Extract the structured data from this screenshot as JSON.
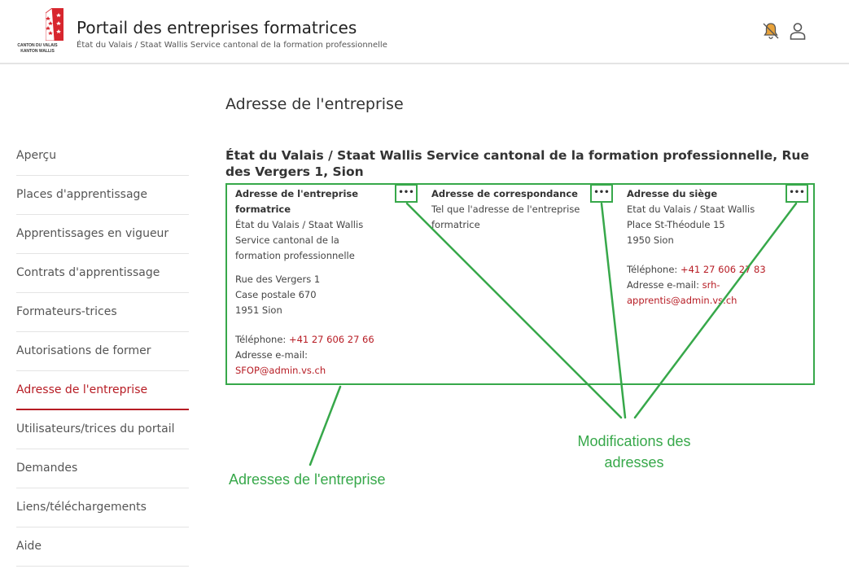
{
  "header": {
    "logo_line1": "CANTON DU VALAIS",
    "logo_line2": "KANTON WALLIS",
    "title": "Portail des entreprises formatrices",
    "subtitle": "État du Valais / Staat Wallis Service cantonal de la formation professionnelle",
    "bell_icon": "bell-icon",
    "user_icon": "user-icon",
    "bell_color": "#e8a23a"
  },
  "sidebar": {
    "items": [
      {
        "label": "Aperçu"
      },
      {
        "label": "Places d'apprentissage"
      },
      {
        "label": "Apprentissages en vigueur"
      },
      {
        "label": "Contrats d'apprentissage"
      },
      {
        "label": "Formateurs-trices"
      },
      {
        "label": "Autorisations de former"
      },
      {
        "label": "Adresse de l'entreprise",
        "active": true
      },
      {
        "label": "Utilisateurs/trices du portail"
      },
      {
        "label": "Demandes"
      },
      {
        "label": "Liens/téléchargements"
      },
      {
        "label": "Aide"
      }
    ]
  },
  "main": {
    "page_title": "Adresse de l'entreprise",
    "company_heading": "État du Valais / Staat Wallis Service cantonal de la formation professionnelle, Rue des Vergers 1, Sion",
    "cards": [
      {
        "title": "Adresse de l'entreprise formatrice",
        "name": "État du Valais / Staat Wallis Service cantonal de la formation professionnelle",
        "street": "Rue des Vergers 1",
        "postbox": "Case postale 670",
        "city": "1951 Sion",
        "phone_label": "Téléphone:",
        "phone": "+41 27 606 27 66",
        "email_label": "Adresse e-mail:",
        "email": "SFOP@admin.vs.ch",
        "menu": "•••"
      },
      {
        "title": "Adresse de correspondance",
        "text": "Tel que l'adresse de l'entreprise formatrice",
        "menu": "•••"
      },
      {
        "title": "Adresse du siège",
        "name": "Etat du Valais / Staat Wallis",
        "street": "Place St-Théodule 15",
        "city": "1950 Sion",
        "phone_label": "Téléphone:",
        "phone": "+41 27 606 27 83",
        "email_label": "Adresse e-mail:",
        "email": "srh-apprentis@admin.vs.ch",
        "menu": "•••"
      }
    ]
  },
  "annotations": {
    "left": "Adresses de l'entreprise",
    "right": "Modifications des adresses"
  },
  "colors": {
    "accent": "#b71c24",
    "annotation": "#37a84a"
  }
}
